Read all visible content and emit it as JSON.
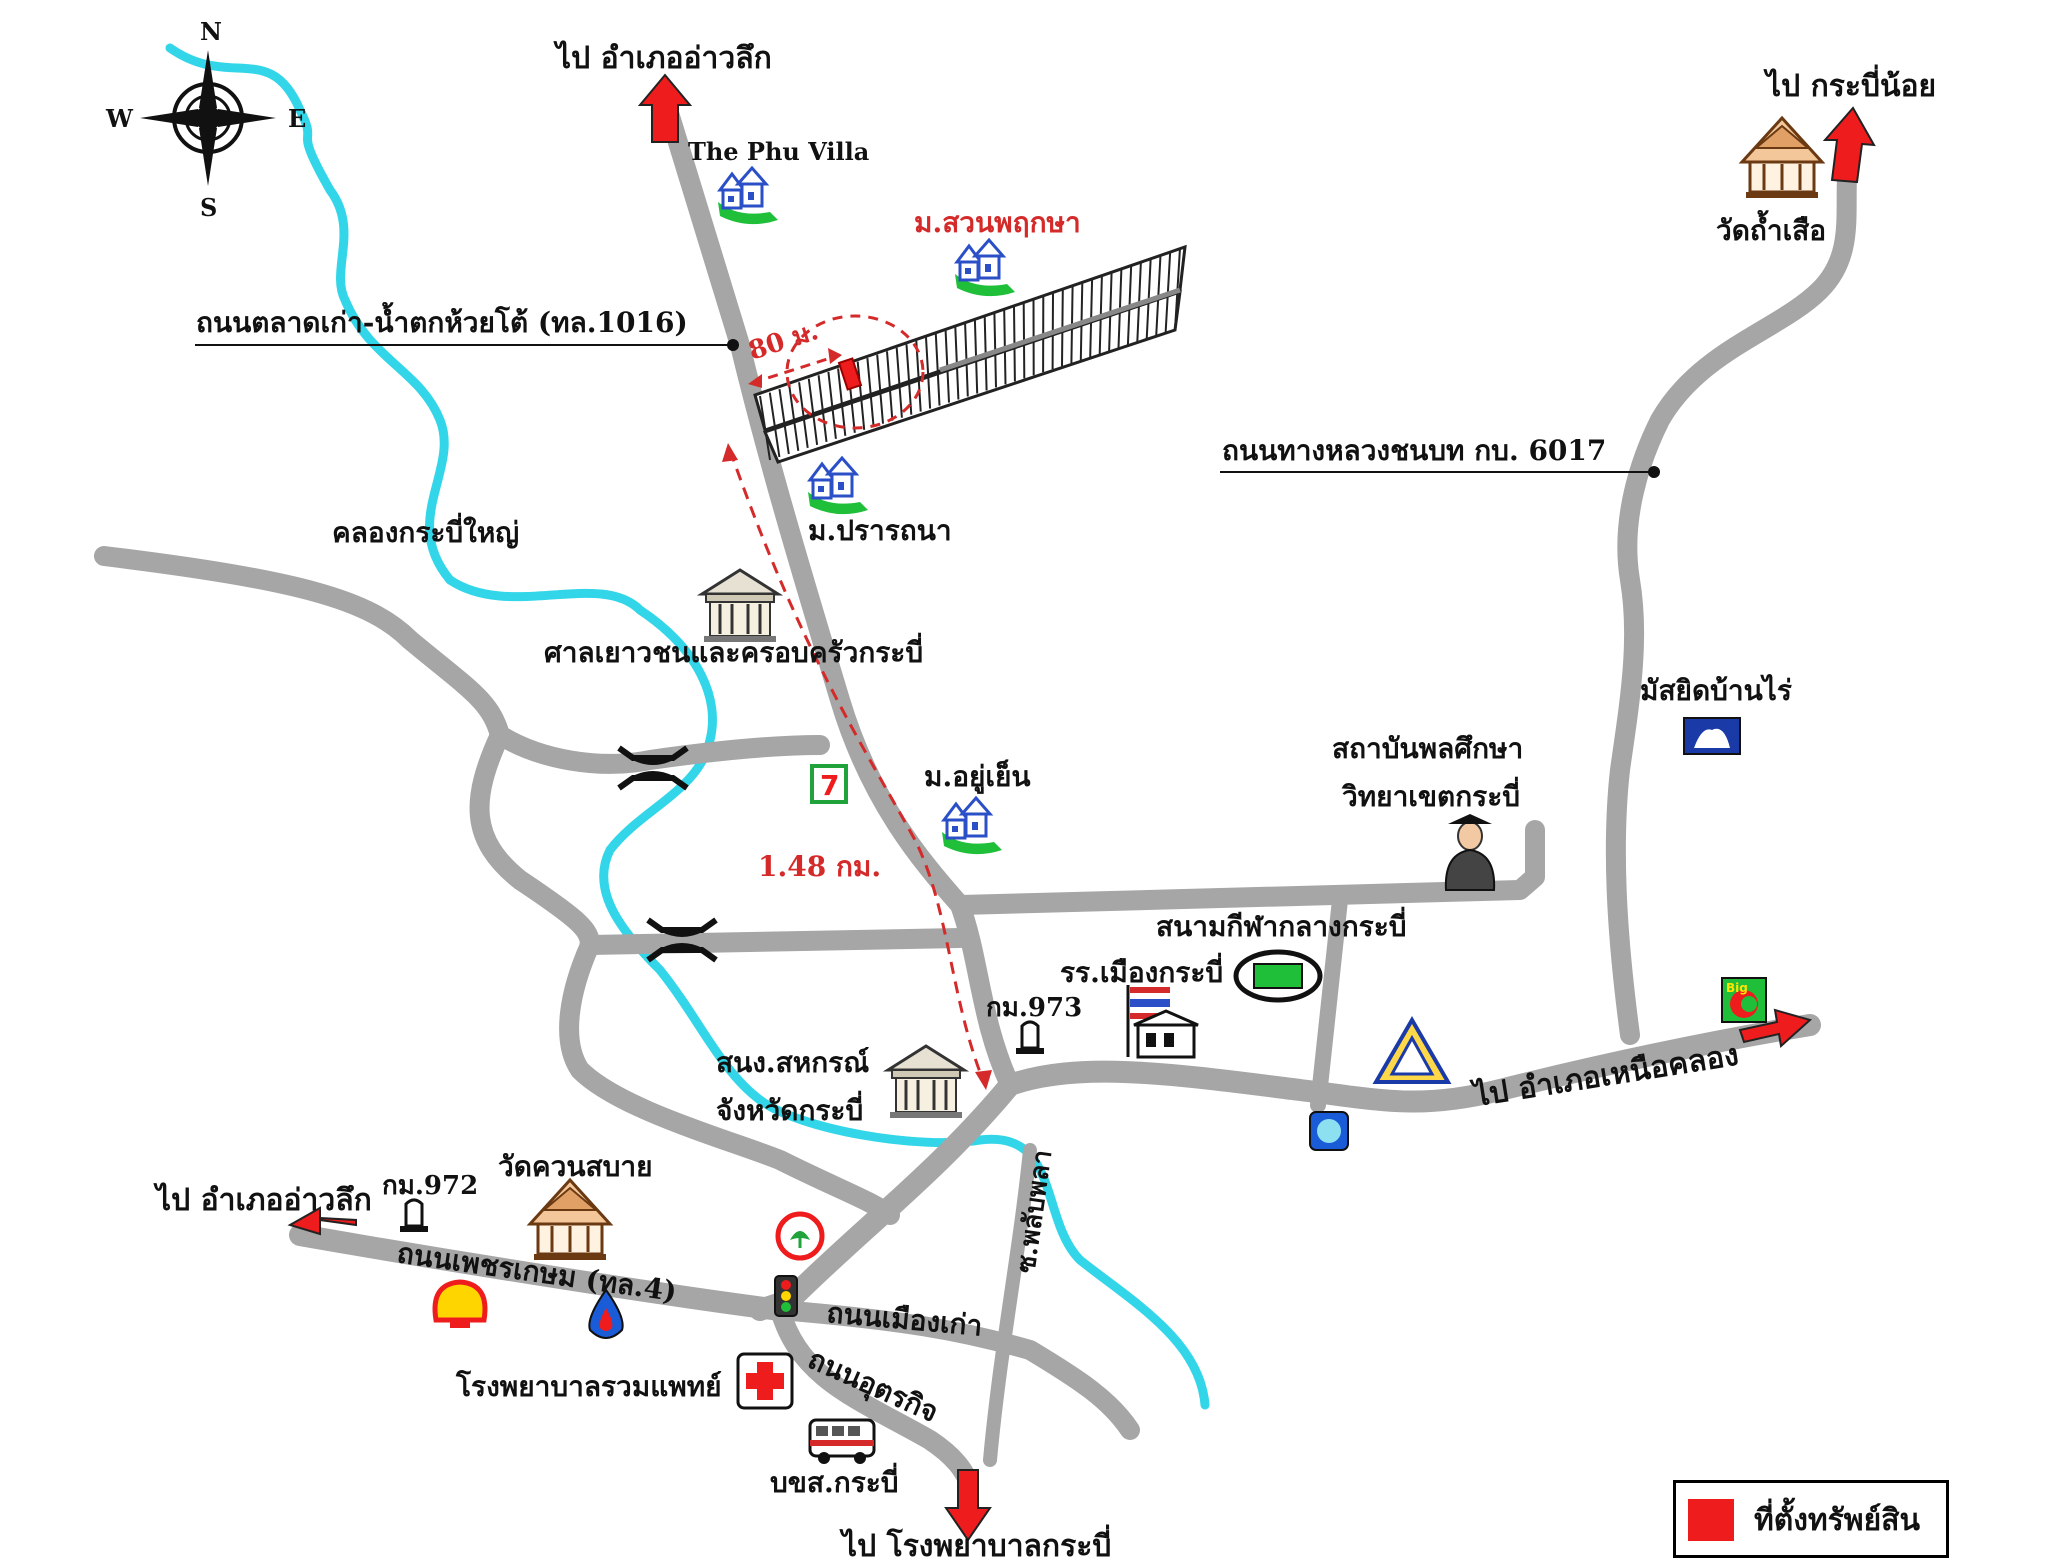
{
  "compass": {
    "north": "N",
    "south": "S",
    "east": "E",
    "west": "W"
  },
  "destinations": {
    "to_ao_luek_north": "ไป อำเภออ่าวลึก",
    "to_krabi_noi": "ไป กระบี่น้อย",
    "to_ao_luek_west": "ไป อำเภออ่าวลึก",
    "to_nuea_khlong": "ไป อำเภอเหนือคลอง",
    "to_krabi_hospital": "ไป โรงพยาบาลกระบี่"
  },
  "roads": {
    "talat_kao_road": "ถนนตลาดเก่า-น้ำตกห้วยโต้ (ทล.1016)",
    "rural_road_6017": "ถนนทางหลวงชนบท กบ. 6017",
    "phetkasem_road": "ถนนเพชรเกษม (ทล.4)",
    "mueang_kao_road": "ถนนเมืองเก่า",
    "utarakit_road": "ถนนอุตรกิจ",
    "soi_phlabphla": "ซ.พลับพลา"
  },
  "river": {
    "label": "คลองกระบี่ใหญ่",
    "color": "#33d6e8"
  },
  "places": {
    "the_phu_villa": "The Phu Villa",
    "suan_phruksa": "ม.สวนพฤกษา",
    "prarthana": "ม.ปรารถนา",
    "youth_court": "ศาลเยาวชนและครอบครัวกระบี่",
    "yu_yen": "ม.อยู่เย็น",
    "physical_ed_line1": "สถาบันพลศึกษา",
    "physical_ed_line2": "วิทยาเขตกระบี่",
    "stadium": "สนามกีฬากลางกระบี่",
    "mueang_school": "รร.เมืองกระบี่",
    "km_973": "กม.973",
    "coop_line1": "สนง.สหกรณ์",
    "coop_line2": "จังหวัดกระบี่",
    "wat_tham_suea": "วัดถ้ำเสือ",
    "mosque": "มัสยิดบ้านไร่",
    "km_972": "กม.972",
    "wat_khuan_sabai": "วัดควนสบาย",
    "hospital": "โรงพยาบาลรวมแพทย์",
    "bus_terminal": "บขส.กระบี่"
  },
  "distances": {
    "short": "80 ม.",
    "long": "1.48 กม."
  },
  "legend": {
    "label": "ที่ตั้งทรัพย์สิน",
    "color": "#ee1c1c"
  },
  "colors": {
    "road": "#a6a6a6",
    "arrow": "#ee1c1c",
    "house": "#2a4fc7",
    "lawn": "#1fbf3a"
  }
}
